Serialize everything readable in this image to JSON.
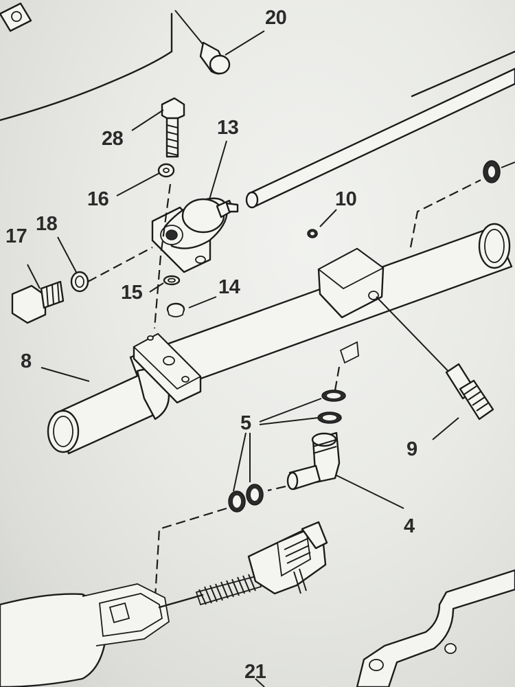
{
  "callouts": {
    "c20": "20",
    "c28": "28",
    "c13": "13",
    "c16": "16",
    "c10": "10",
    "c17": "17",
    "c18": "18",
    "c15": "15",
    "c14": "14",
    "c8": "8",
    "c5": "5",
    "c9": "9",
    "c4": "4",
    "c21": "21"
  }
}
